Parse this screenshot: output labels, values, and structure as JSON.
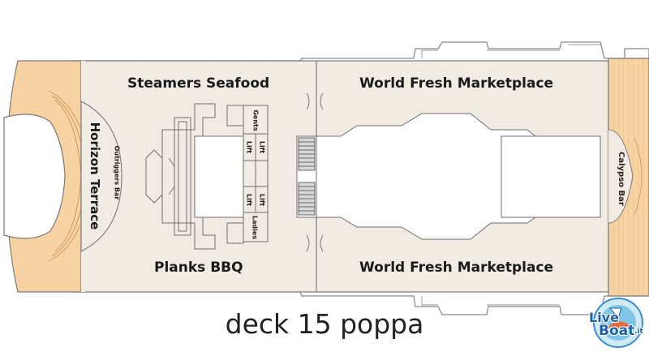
{
  "deck_title": "deck 15 poppa",
  "areas": {
    "steamers": "Steamers Seafood",
    "marketplace_top": "World Fresh Marketplace",
    "marketplace_bottom": "World Fresh Marketplace",
    "planks": "Planks BBQ",
    "horizon": "Horizon Terrace",
    "outriggers": "Outriggers Bar",
    "calypso": "Calypso Bar"
  },
  "facilities": {
    "gents": "Gents",
    "ladies": "Ladies",
    "lift": "Lift"
  },
  "logo": {
    "word1": "Live",
    "word2": "Boat",
    "suffix": ".it"
  },
  "colors": {
    "floor": "#f2ebe3",
    "deck_wood": "#f7d3a3",
    "outline": "#6e6e6e"
  }
}
